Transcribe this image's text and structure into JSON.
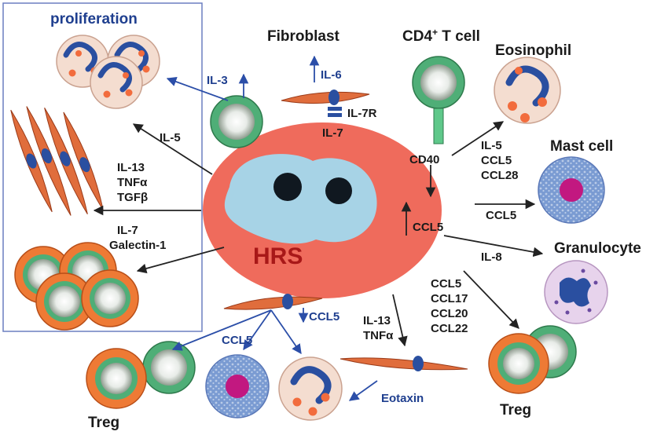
{
  "title": "proliferation",
  "cells": {
    "hrs": "HRS",
    "fibroblast": "Fibroblast",
    "cd4_prefix": "CD4",
    "cd4_sup": "+",
    "cd4_suffix": " T cell",
    "eosinophil": "Eosinophil",
    "mast_cell": "Mast cell",
    "granulocyte": "Granulocyte",
    "treg_left": "Treg",
    "treg_right": "Treg"
  },
  "labels": {
    "il3": "IL-3",
    "il6": "IL-6",
    "il7r": "IL-7R",
    "il7_top": "IL-7",
    "il5_left": "IL-5",
    "il13_left": "IL-13",
    "tnfa_left": "TNFα",
    "tgfb_left": "TGFβ",
    "il7_left": "IL-7",
    "galectin": "Galectin-1",
    "cd40": "CD40",
    "ccl5_inside": "CCL5",
    "il5_right": "IL-5",
    "ccl5_right": "CCL5",
    "ccl28": "CCL28",
    "ccl5_mast": "CCL5",
    "il8": "IL-8",
    "ccl5_bottom": "CCL5",
    "ccl17": "CCL17",
    "ccl20": "CCL20",
    "ccl22": "CCL22",
    "il13_bottom": "IL-13",
    "tnfa_bottom": "TNFα",
    "ccl5_fib": "CCL5",
    "ccl5_mast_bottom": "CCL5",
    "eotaxin": "Eotaxin"
  },
  "colors": {
    "hrs_cell": "#ef6b5c",
    "hrs_nucleus": "#a7d3e6",
    "nucleolus": "#101820",
    "t_cell": "#4fae77",
    "treg": "#ee7a35",
    "fibroblast": "#e06d3c",
    "eosinophil": "#f4ddd0",
    "granule": "#f26c3d",
    "blue_nucleus": "#2a4fa0",
    "mast_cell": "#6d8fcc",
    "mast_nucleus": "#c21880",
    "granulocyte": "#e7d3ec",
    "box_border": "#6b7fc0",
    "blue_arrow": "#2b4ea8",
    "dark_arrow": "#222222",
    "blue_text": "#1f3f8f"
  }
}
